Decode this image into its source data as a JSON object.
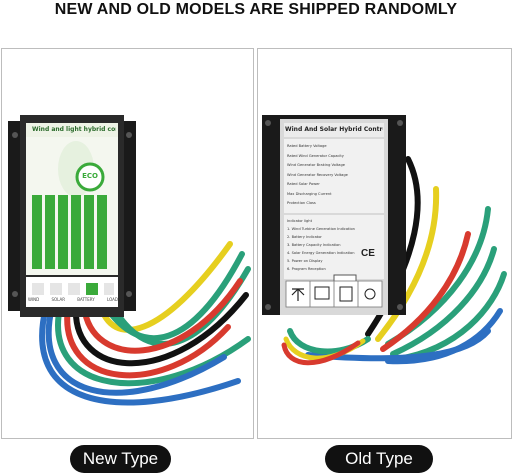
{
  "headline": "NEW AND OLD MODELS ARE SHIPPED RANDOMLY",
  "new_type": {
    "label": "New Type",
    "panel_title": "Wind and light hybrid controller",
    "badge": "ECO",
    "terminals": [
      "WIND",
      "SOLAR",
      "BATTERY",
      "LOAD"
    ]
  },
  "old_type": {
    "label": "Old Type",
    "panel_title": "Wind And Solar Hybrid Controller",
    "spec_rows": [
      "Rated Battery Voltage",
      "Rated Wind Generator Capacity",
      "Wind Generator Braking Voltage",
      "Wind Generator Recovery Voltage",
      "Rated Solar Power",
      "Max Discharging Current",
      "Protection Class"
    ],
    "indicator_title": "Indicator light",
    "indicator_rows": [
      "1. Wind Turbine Generation Indication",
      "2. Battery Indicator",
      "3. Battery Capacity Indication",
      "4. Solar Energy Generation Indication",
      "5. Power on Display",
      "6. Program Reception"
    ],
    "ce_mark": "CE"
  },
  "colors": {
    "wire_yellow": "#e6cf1f",
    "wire_green": "#2aa07a",
    "wire_red": "#d83a2e",
    "wire_black": "#111111",
    "wire_blue": "#2d6fc2",
    "eco_green": "#3aaa3a"
  }
}
